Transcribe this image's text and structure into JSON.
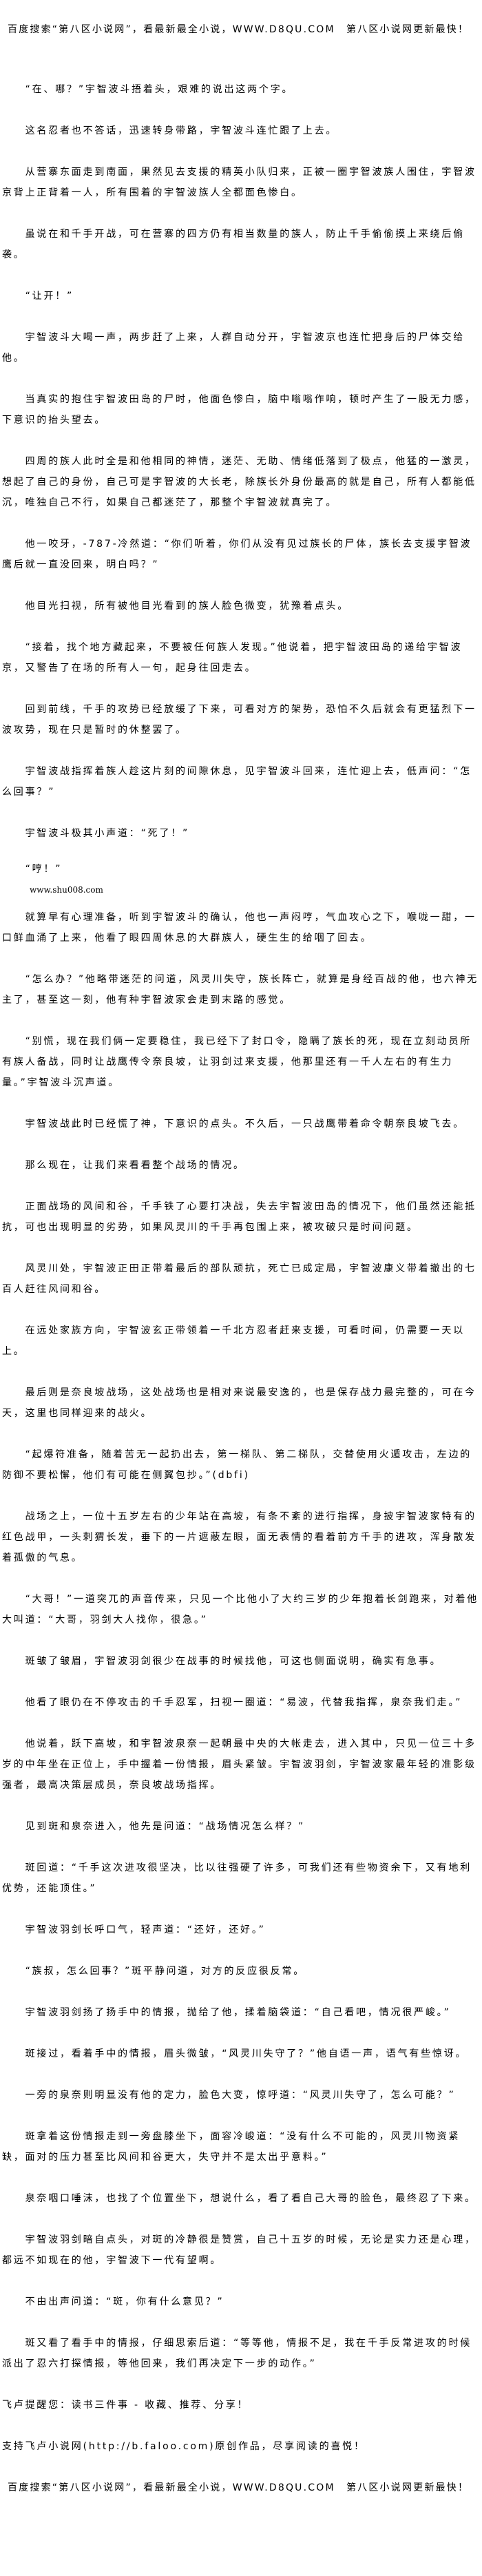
{
  "ad_banner": "百度搜索“第八区小说网”，看最新最全小说，WWW.D8QU.COM　第八区小说网更新最快！",
  "paragraphs": [
    "“在、哪？”宇智波斗捂着头，艰难的说出这两个字。",
    "这名忍者也不答话，迅速转身带路，宇智波斗连忙跟了上去。",
    "从营寨东面走到南面，果然见去支援的精英小队归来，正被一圈宇智波族人围住，宇智波京背上正背着一人，所有围着的宇智波族人全都面色惨白。",
    "虽说在和千手开战，可在营寨的四方仍有相当数量的族人，防止千手偷偷摸上来绕后偷袭。",
    "“让开！”",
    "宇智波斗大喝一声，两步赶了上来，人群自动分开，宇智波京也连忙把身后的尸体交给他。",
    "当真实的抱住宇智波田岛的尸时，他面色惨白，脑中嗡嗡作响，顿时产生了一股无力感，下意识的抬头望去。",
    "四周的族人此时全是和他相同的神情，迷茫、无助、情绪低落到了极点，他猛的一激灵，想起了自己的身份，自己可是宇智波的大长老，除族长外身份最高的就是自己，所有人都能低沉，唯独自己不行，如果自己都迷茫了，那整个宇智波就真完了。",
    "他一咬牙，-787-冷然道：“你们听着，你们从没有见过族长的尸体，族长去支援宇智波鹰后就一直没回来，明白吗？”",
    "他目光扫视，所有被他目光看到的族人脸色微变，犹豫着点头。",
    "“接着，找个地方藏起来，不要被任何族人发现。”他说着，把宇智波田岛的递给宇智波京，又警告了在场的所有人一句，起身往回走去。",
    "回到前线，千手的攻势已经放缓了下来，可看对方的架势，恐怕不久后就会有更猛烈下一波攻势，现在只是暂时的休整罢了。",
    "宇智波战指挥着族人趁这片刻的间隙休息，见宇智波斗回来，连忙迎上去，低声问：“怎么回事？”",
    "宇智波斗极其小声道：“死了！”",
    "“哼！”",
    "就算早有心理准备，听到宇智波斗的确认，他也一声闷哼，气血攻心之下，喉咙一甜，一口鲜血涌了上来，他看了眼四周休息的大群族人，硬生生的给咽了回去。",
    "“怎么办？”他略带迷茫的问道，风灵川失守，族长阵亡，就算是身经百战的他，也六神无主了，甚至这一刻，他有种宇智波家会走到末路的感觉。",
    "“别慌，现在我们俩一定要稳住，我已经下了封口令，隐瞒了族长的死，现在立刻动员所有族人备战，同时让战鹰传令奈良坡，让羽剑过来支援，他那里还有一千人左右的有生力量。”宇智波斗沉声道。",
    "宇智波战此时已经慌了神，下意识的点头。不久后，一只战鹰带着命令朝奈良坡飞去。",
    "那么现在，让我们来看看整个战场的情况。",
    "正面战场的风间和谷，千手铁了心要打决战，失去宇智波田岛的情况下，他们虽然还能抵抗，可也出现明显的劣势，如果风灵川的千手再包围上来，被攻破只是时间问题。",
    "风灵川处，宇智波正田正带着最后的部队顽抗，死亡已成定局，宇智波康义带着撤出的七百人赶往风间和谷。",
    "在远处家族方向，宇智波玄正带领着一千北方忍者赶来支援，可看时间，仍需要一天以上。",
    "最后则是奈良坡战场，这处战场也是相对来说最安逸的，也是保存战力最完整的，可在今天，这里也同样迎来的战火。",
    "“起爆符准备，随着苦无一起扔出去，第一梯队、第二梯队，交替使用火遁攻击，左边的防御不要松懈，他们有可能在侧翼包抄。”(dbfi)",
    "战场之上，一位十五岁左右的少年站在高坡，有条不紊的进行指挥，身披宇智波家特有的红色战甲，一头刺猬长发，垂下的一片遮蔽左眼，面无表情的看着前方千手的进攻，浑身散发着孤傲的气息。",
    "“大哥！”一道突兀的声音传来，只见一个比他小了大约三岁的少年抱着长剑跑来，对着他大叫道：“大哥，羽剑大人找你，很急。”",
    "斑皱了皱眉，宇智波羽剑很少在战事的时候找他，可这也侧面说明，确实有急事。",
    "他看了眼仍在不停攻击的千手忍军，扫视一圈道：“易波，代替我指挥，泉奈我们走。”",
    "他说着，跃下高坡，和宇智波泉奈一起朝最中央的大帐走去，进入其中，只见一位三十多岁的中年坐在正位上，手中握着一份情报，眉头紧皱。宇智波羽剑，宇智波家最年轻的准影级强者，最高决策层成员，奈良坡战场指挥。",
    "见到斑和泉奈进入，他先是问道：“战场情况怎么样？”",
    "斑回道：“千手这次进攻很坚决，比以往强硬了许多，可我们还有些物资余下，又有地利优势，还能顶住。”",
    "宇智波羽剑长呼口气，轻声道：“还好，还好。”",
    "“族叔，怎么回事？”斑平静问道，对方的反应很反常。",
    "宇智波羽剑扬了扬手中的情报，抛给了他，揉着脑袋道：“自己看吧，情况很严峻。”",
    "斑接过，看着手中的情报，眉头微皱，“风灵川失守了？”他自语一声，语气有些惊讶。",
    "一旁的泉奈则明显没有他的定力，脸色大变，惊呼道：“风灵川失守了，怎么可能？”",
    "斑拿着这份情报走到一旁盘膝坐下，面容冷峻道：“没有什么不可能的，风灵川物资紧缺，面对的压力甚至比风间和谷更大，失守并不是太出乎意料。”",
    "泉奈咽口唾沫，也找了个位置坐下，想说什么，看了看自己大哥的脸色，最终忍了下来。",
    "宇智波羽剑暗自点头，对斑的冷静很是赞赏，自己十五岁的时候，无论是实力还是心理，都远不如现在的他，宇智波下一代有望啊。",
    "不由出声问道：“斑，你有什么意见？”",
    "斑又看了看手中的情报，仔细思索后道：“等等他，情报不足，我在千手反常进攻的时候派出了忍六打探情报，等他回来，我们再决定下一步的动作。”"
  ],
  "watermark": "www.shu008.com",
  "reminder": "飞卢提醒您：读书三件事 - 收藏、推荐、分享！",
  "support": "支持飞卢小说网(http://b.faloo.com)原创作品，尽享阅读的喜悦！",
  "footer_banner": "百度搜索“第八区小说网”，看最新最全小说，WWW.D8QU.COM　第八区小说网更新最快！"
}
